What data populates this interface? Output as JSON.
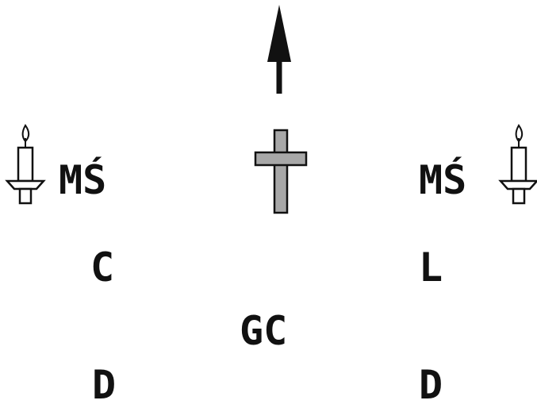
{
  "icons": {
    "arrow": "arrow-up-icon",
    "cross": "cross-icon",
    "candle_left": "candle-icon",
    "candle_right": "candle-icon"
  },
  "colors": {
    "ink": "#111111",
    "cross_fill": "#a8a8a8",
    "background": "#ffffff"
  },
  "labels": {
    "ms_left": "MŚ",
    "ms_right": "MŚ",
    "c": "C",
    "l": "L",
    "gc": "GC",
    "d_left": "D",
    "d_right": "D"
  }
}
